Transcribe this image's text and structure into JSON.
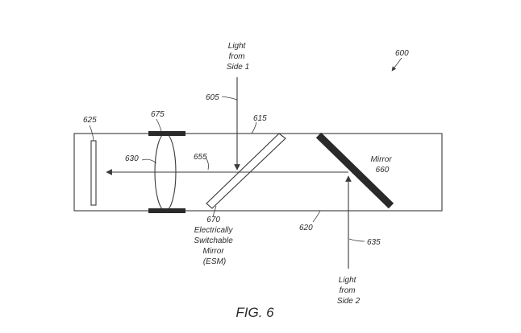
{
  "figure": {
    "number_label": "600",
    "caption": "FIG. 6"
  },
  "labels": {
    "light_side1": [
      "Light",
      "from",
      "Side 1"
    ],
    "light_side2": [
      "Light",
      "from",
      "Side 2"
    ],
    "ref_605": "605",
    "ref_615": "615",
    "ref_620": "620",
    "ref_625": "625",
    "ref_630": "630",
    "ref_635": "635",
    "ref_655": "655",
    "ref_675": "675",
    "mirror": [
      "Mirror",
      "660"
    ],
    "esm": [
      "670",
      "Electrically",
      "Switchable",
      "Mirror",
      "(ESM)"
    ]
  }
}
